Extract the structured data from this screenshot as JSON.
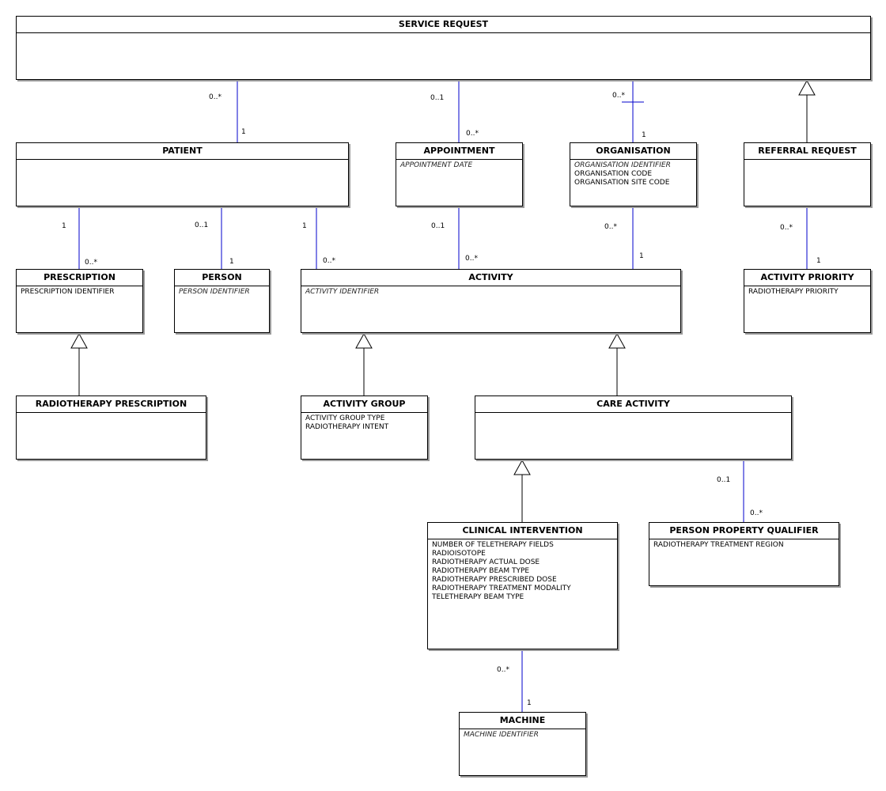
{
  "classes": {
    "service_request": {
      "name": "SERVICE REQUEST",
      "attributes": []
    },
    "patient": {
      "name": "PATIENT",
      "attributes": []
    },
    "appointment": {
      "name": "APPOINTMENT",
      "attributes": [
        {
          "text": "APPOINTMENT DATE",
          "key": true
        }
      ]
    },
    "organisation": {
      "name": "ORGANISATION",
      "attributes": [
        {
          "text": "ORGANISATION IDENTIFIER",
          "key": true
        },
        {
          "text": "ORGANISATION CODE",
          "key": false
        },
        {
          "text": "ORGANISATION SITE CODE",
          "key": false
        }
      ]
    },
    "referral_request": {
      "name": "REFERRAL REQUEST",
      "attributes": []
    },
    "prescription": {
      "name": "PRESCRIPTION",
      "attributes": [
        {
          "text": "PRESCRIPTION IDENTIFIER",
          "key": false
        }
      ]
    },
    "person": {
      "name": "PERSON",
      "attributes": [
        {
          "text": "PERSON IDENTIFIER",
          "key": true
        }
      ]
    },
    "activity": {
      "name": "ACTIVITY",
      "attributes": [
        {
          "text": "ACTIVITY IDENTIFIER",
          "key": true
        }
      ]
    },
    "activity_priority": {
      "name": "ACTIVITY PRIORITY",
      "attributes": [
        {
          "text": "RADIOTHERAPY PRIORITY",
          "key": false
        }
      ]
    },
    "radiotherapy_prescription": {
      "name": "RADIOTHERAPY PRESCRIPTION",
      "attributes": []
    },
    "activity_group": {
      "name": "ACTIVITY GROUP",
      "attributes": [
        {
          "text": "ACTIVITY GROUP TYPE",
          "key": false
        },
        {
          "text": "RADIOTHERAPY INTENT",
          "key": false
        }
      ]
    },
    "care_activity": {
      "name": "CARE ACTIVITY",
      "attributes": []
    },
    "clinical_intervention": {
      "name": "CLINICAL INTERVENTION",
      "attributes": [
        {
          "text": "NUMBER OF TELETHERAPY FIELDS",
          "key": false
        },
        {
          "text": "RADIOISOTOPE",
          "key": false
        },
        {
          "text": "RADIOTHERAPY ACTUAL DOSE",
          "key": false
        },
        {
          "text": "RADIOTHERAPY BEAM TYPE",
          "key": false
        },
        {
          "text": "RADIOTHERAPY PRESCRIBED DOSE",
          "key": false
        },
        {
          "text": "RADIOTHERAPY TREATMENT MODALITY",
          "key": false
        },
        {
          "text": "TELETHERAPY BEAM TYPE",
          "key": false
        }
      ]
    },
    "person_property_qualifier": {
      "name": "PERSON PROPERTY QUALIFIER",
      "attributes": [
        {
          "text": "RADIOTHERAPY TREATMENT REGION",
          "key": false
        }
      ]
    },
    "machine": {
      "name": "MACHINE",
      "attributes": [
        {
          "text": "MACHINE IDENTIFIER",
          "key": true
        }
      ]
    }
  },
  "associations": [
    {
      "id": "sr-patient",
      "from": "service_request",
      "to": "patient",
      "from_mult": "0..*",
      "to_mult": "1"
    },
    {
      "id": "sr-appointment",
      "from": "service_request",
      "to": "appointment",
      "from_mult": "0..1",
      "to_mult": "0..*"
    },
    {
      "id": "sr-organisation",
      "from": "service_request",
      "to": "organisation",
      "from_mult": "0..*",
      "to_mult": "1"
    },
    {
      "id": "patient-prescription",
      "from": "patient",
      "to": "prescription",
      "from_mult": "1",
      "to_mult": "0..*"
    },
    {
      "id": "patient-person",
      "from": "patient",
      "to": "person",
      "from_mult": "0..1",
      "to_mult": "1"
    },
    {
      "id": "patient-activity",
      "from": "patient",
      "to": "activity",
      "from_mult": "1",
      "to_mult": "0..*"
    },
    {
      "id": "appointment-activity",
      "from": "appointment",
      "to": "activity",
      "from_mult": "0..1",
      "to_mult": "0..*"
    },
    {
      "id": "organisation-activity",
      "from": "organisation",
      "to": "activity",
      "from_mult": "0..*",
      "to_mult": "1"
    },
    {
      "id": "referral-priority",
      "from": "referral_request",
      "to": "activity_priority",
      "from_mult": "0..*",
      "to_mult": "1"
    },
    {
      "id": "care-ppq",
      "from": "care_activity",
      "to": "person_property_qualifier",
      "from_mult": "0..1",
      "to_mult": "0..*"
    },
    {
      "id": "ci-machine",
      "from": "clinical_intervention",
      "to": "machine",
      "from_mult": "0..*",
      "to_mult": "1"
    }
  ],
  "generalizations": [
    {
      "id": "referral-isa-sr",
      "child": "referral_request",
      "parent": "service_request"
    },
    {
      "id": "rtp-isa-prescription",
      "child": "radiotherapy_prescription",
      "parent": "prescription"
    },
    {
      "id": "ag-isa-activity",
      "child": "activity_group",
      "parent": "activity"
    },
    {
      "id": "ca-isa-activity",
      "child": "care_activity",
      "parent": "activity"
    },
    {
      "id": "ci-isa-ca",
      "child": "clinical_intervention",
      "parent": "care_activity"
    }
  ],
  "colors": {
    "association_line": "#0000cc",
    "generalization_line": "#000000",
    "box_border": "#000000",
    "box_shadow": "#9a9a9a"
  }
}
